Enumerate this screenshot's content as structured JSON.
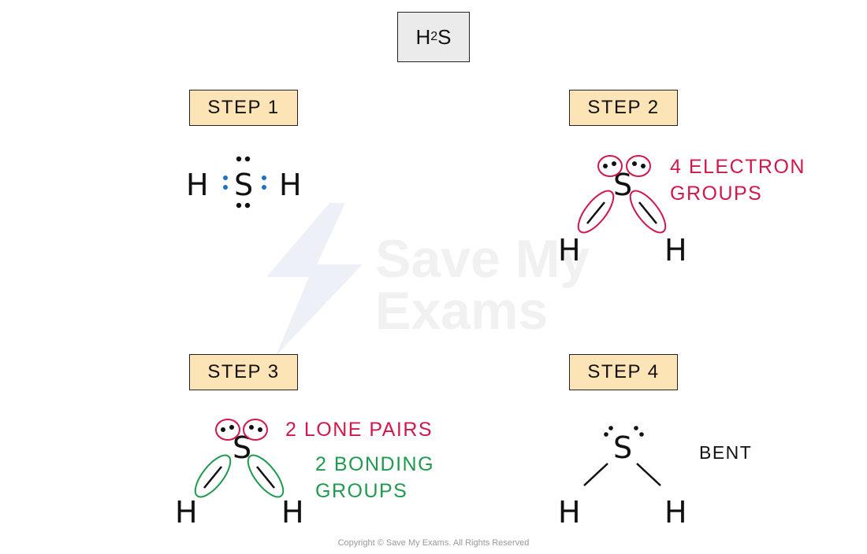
{
  "formula": {
    "main": "H",
    "subscript": "2",
    "tail": "S"
  },
  "steps": [
    {
      "label": "STEP 1"
    },
    {
      "label": "STEP 2",
      "annotation": "4 ELECTRON\nGROUPS"
    },
    {
      "label": "STEP 3",
      "annotation_lone": "2 LONE PAIRS",
      "annotation_bonding": "2 BONDING\nGROUPS"
    },
    {
      "label": "STEP 4",
      "shape": "BENT"
    }
  ],
  "atoms": {
    "central": "S",
    "terminal": "H"
  },
  "watermark": {
    "line1": "Save My",
    "line2": "Exams"
  },
  "copyright": "Copyright © Save My Exams. All Rights Reserved",
  "colors": {
    "lone_pair": "#d1184b",
    "bonding_group": "#1f9a4e",
    "electron_dot": "#1a73c2",
    "step_box": "#fde4b6",
    "title_box": "#ebebeb"
  }
}
